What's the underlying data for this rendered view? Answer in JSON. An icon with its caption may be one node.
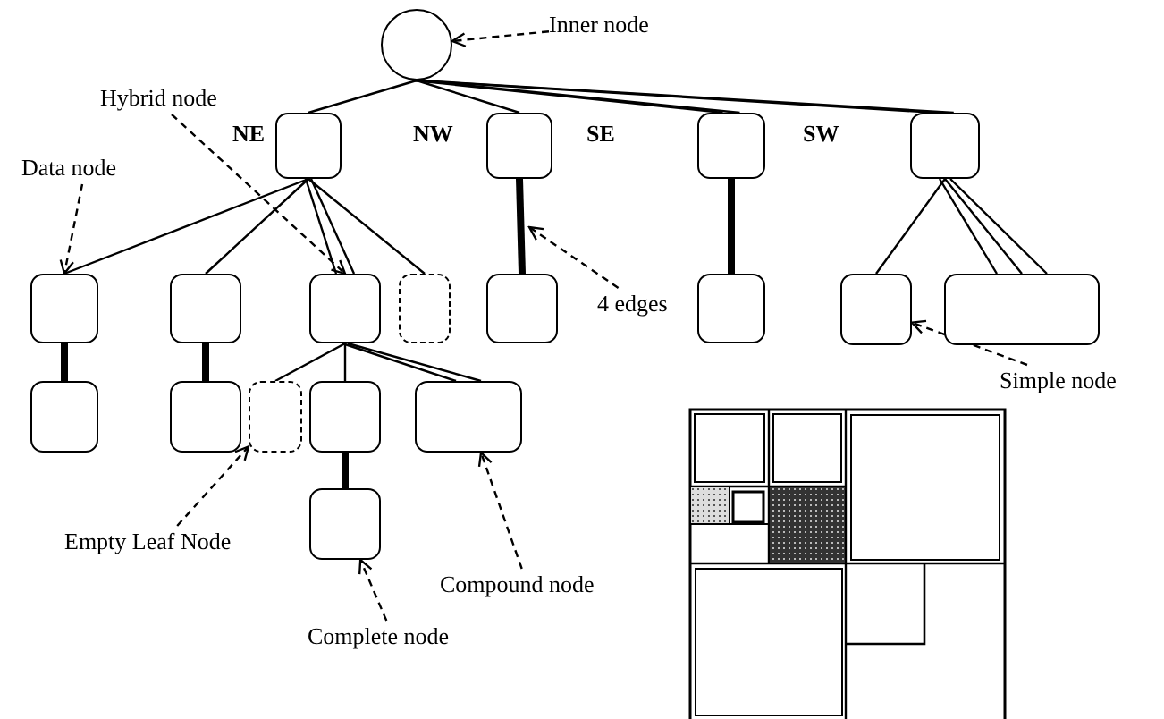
{
  "diagram": {
    "nodes": [
      {
        "text": [],
        "shape": "circle"
      },
      {
        "text": [],
        "shape": "box"
      },
      {
        "text": [],
        "shape": "box"
      },
      {
        "text": [],
        "shape": "box"
      },
      {
        "text": [],
        "shape": "box"
      },
      {
        "text": [],
        "shape": "box"
      },
      {
        "text": [],
        "shape": "box"
      },
      {
        "text": [],
        "shape": "box"
      },
      {
        "text": [],
        "shape": "box"
      },
      {
        "text": [],
        "shape": "box"
      },
      {
        "text": [],
        "shape": "box"
      },
      {
        "text": [],
        "shape": "box"
      },
      {
        "text": [],
        "shape": "box"
      },
      {
        "text": [],
        "shape": "box"
      },
      {
        "text": [],
        "shape": "box"
      },
      {
        "text": [],
        "shape": "box"
      },
      {
        "text": [],
        "shape": "box"
      },
      {
        "text": [],
        "shape": "box"
      },
      {
        "text": [],
        "shape": "box"
      },
      {
        "text": [
          "Inner node"
        ]
      },
      {
        "text": [
          "Hybrid node"
        ]
      },
      {
        "text": [
          "Data node"
        ]
      },
      {
        "text": [
          "4 edges"
        ]
      },
      {
        "text": [
          "Simple node"
        ]
      },
      {
        "text": [
          "Empty Leaf Node"
        ]
      },
      {
        "text": [
          "Compound node"
        ]
      },
      {
        "text": [
          "Complete node"
        ]
      }
    ],
    "edges": [
      {
        "from": 0,
        "to": 1,
        "arrow": "none"
      },
      {
        "from": 0,
        "to": 2,
        "arrow": "none"
      },
      {
        "from": 0,
        "to": 3,
        "arrow": "none"
      },
      {
        "from": 0,
        "to": 3,
        "arrow": "none"
      },
      {
        "from": 0,
        "to": 4,
        "arrow": "none"
      },
      {
        "from": 0,
        "to": 4,
        "arrow": "none"
      },
      {
        "from": 1,
        "to": 5,
        "arrow": "none"
      },
      {
        "from": 1,
        "to": 6,
        "arrow": "none"
      },
      {
        "from": 1,
        "to": 7,
        "arrow": "none"
      },
      {
        "from": 1,
        "to": 7,
        "arrow": "none"
      },
      {
        "from": 1,
        "to": 8,
        "arrow": "none"
      },
      {
        "from": 2,
        "to": 9,
        "arrow": "none",
        "style": "thick"
      },
      {
        "from": 3,
        "to": 10,
        "arrow": "none",
        "style": "thick"
      },
      {
        "from": 4,
        "to": 11,
        "arrow": "none"
      },
      {
        "from": 4,
        "to": 12,
        "arrow": "none"
      },
      {
        "from": 4,
        "to": 12,
        "arrow": "none"
      },
      {
        "from": 4,
        "to": 12,
        "arrow": "none"
      },
      {
        "from": 5,
        "to": 13,
        "arrow": "none",
        "style": "thick"
      },
      {
        "from": 6,
        "to": 14,
        "arrow": "none",
        "style": "thick"
      },
      {
        "from": 7,
        "to": 15,
        "arrow": "none"
      },
      {
        "from": 7,
        "to": 16,
        "arrow": "none"
      },
      {
        "from": 7,
        "to": 17,
        "arrow": "none"
      },
      {
        "from": 7,
        "to": 17,
        "arrow": "none"
      },
      {
        "from": 16,
        "to": 18,
        "arrow": "none",
        "style": "thick"
      },
      {
        "from": 19,
        "to": 0,
        "arrow": "to",
        "style": "dashed"
      },
      {
        "from": 20,
        "to": 7,
        "arrow": "to",
        "style": "dashed"
      },
      {
        "from": 21,
        "to": 5,
        "arrow": "to",
        "style": "dashed"
      },
      {
        "from": 22,
        "to": null,
        "arrow": "to",
        "style": "dashed"
      },
      {
        "from": 23,
        "to": 11,
        "arrow": "to",
        "style": "dashed"
      },
      {
        "from": 24,
        "to": 15,
        "arrow": "to",
        "style": "dashed"
      },
      {
        "from": 25,
        "to": 17,
        "arrow": "to",
        "style": "dashed"
      },
      {
        "from": 26,
        "to": 18,
        "arrow": "to",
        "style": "dashed"
      }
    ],
    "labels": [
      "NE",
      "NW",
      "SE",
      "SW"
    ]
  }
}
